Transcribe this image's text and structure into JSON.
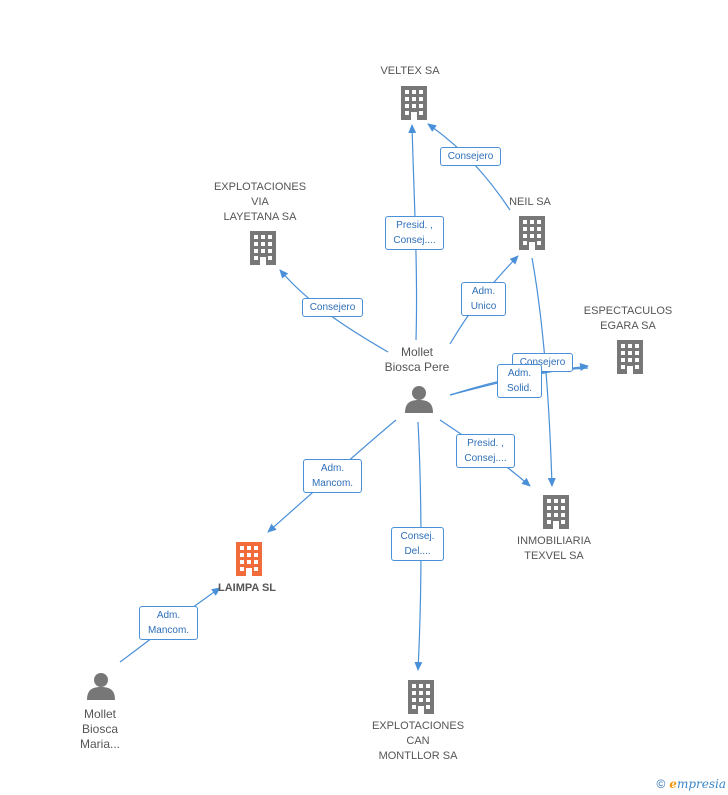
{
  "nodes": {
    "veltex": {
      "label": "VELTEX SA"
    },
    "explotaciones_via": {
      "label": "EXPLOTACIONES\nVIA\nLAYETANA SA"
    },
    "neil": {
      "label": "NEIL SA"
    },
    "espectaculos": {
      "label": "ESPECTACULOS\nEGARA SA"
    },
    "inmobiliaria": {
      "label": "INMOBILIARIA\nTEXVEL SA"
    },
    "laimpa": {
      "label": "LAIMPA SL"
    },
    "explotaciones_can": {
      "label": "EXPLOTACIONES\nCAN\nMONTLLOR SA"
    },
    "mollet_pere": {
      "label": "Mollet\nBiosca Pere"
    },
    "mollet_maria": {
      "label": "Mollet\nBiosca\nMaria..."
    }
  },
  "edges": {
    "presid_veltex": "Presid. ,\nConsej....",
    "consejero_neil_veltex": "Consejero",
    "consejero_via": "Consejero",
    "adm_unico_neil": "Adm.\nUnico",
    "consejero_espect": "Consejero",
    "adm_solid_espect": "Adm.\nSolid.",
    "presid_inmob": "Presid. ,\nConsej....",
    "adm_mancom_laimpa": "Adm.\nMancom.",
    "consej_del_can": "Consej.\nDel....",
    "adm_mancom_maria": "Adm.\nMancom."
  },
  "colors": {
    "edge": "#4a90d9",
    "company_icon": "#777777",
    "focus_icon": "#f26b3a",
    "person_icon": "#777777"
  },
  "icons": {
    "company": "building-icon",
    "person": "person-icon"
  },
  "watermark": {
    "copyright": "©",
    "brand_first": "e",
    "brand_rest": "mpresia"
  }
}
